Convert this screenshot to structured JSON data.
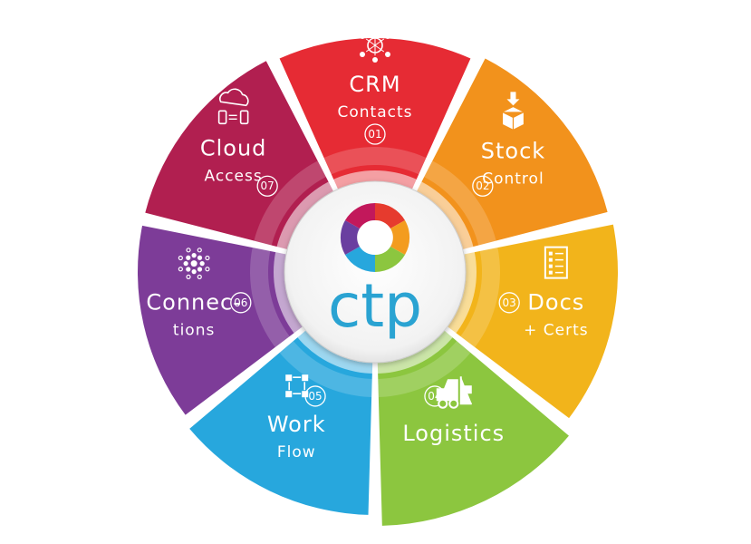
{
  "center": {
    "logo_text": "ctp"
  },
  "segments": [
    {
      "id": "crm",
      "number": "01",
      "title": "CRM",
      "subtitle": "Contacts",
      "color": "#e62b34",
      "icon": "crm-network-icon"
    },
    {
      "id": "stock",
      "number": "02",
      "title": "Stock",
      "subtitle": "Control",
      "color": "#f2921c",
      "icon": "box-arrow-icon"
    },
    {
      "id": "docs",
      "number": "03",
      "title": "Docs",
      "subtitle": "+ Certs",
      "color": "#f2b41b",
      "icon": "document-checklist-icon"
    },
    {
      "id": "logistics",
      "number": "04",
      "title": "Logistics",
      "subtitle": "",
      "color": "#8cc63f",
      "icon": "forklift-icon"
    },
    {
      "id": "workflow",
      "number": "05",
      "title": "Work",
      "subtitle": "Flow",
      "color": "#27a7dd",
      "icon": "workflow-icon"
    },
    {
      "id": "connections",
      "number": "06",
      "title": "Connec-",
      "subtitle": "tions",
      "color": "#7d3c98",
      "icon": "network-dots-icon"
    },
    {
      "id": "cloud",
      "number": "07",
      "title": "Cloud",
      "subtitle": "Access",
      "color": "#b11f50",
      "icon": "cloud-devices-icon"
    }
  ]
}
